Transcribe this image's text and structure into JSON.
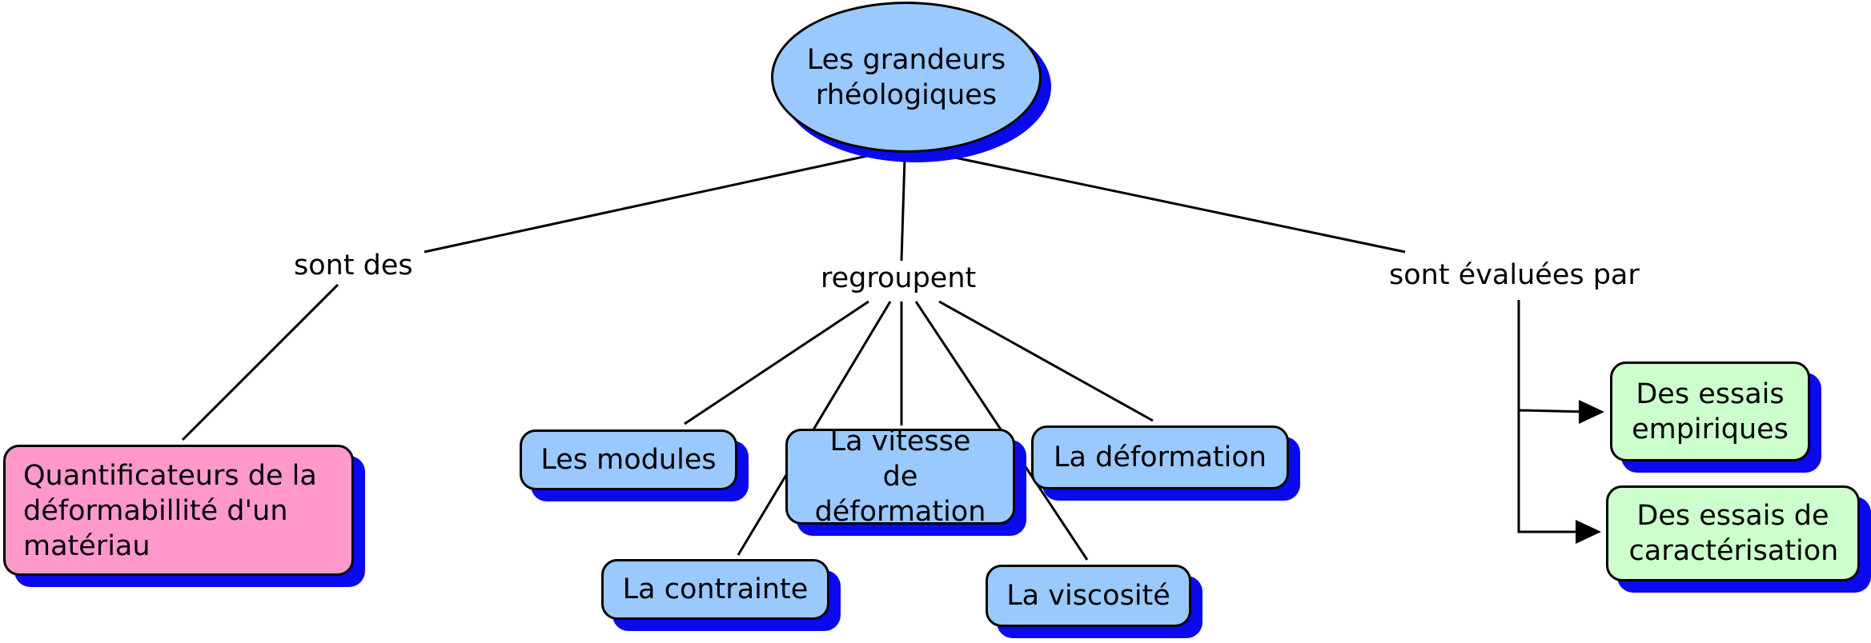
{
  "root": {
    "label": "Les grandeurs rhéologiques"
  },
  "links": {
    "left": "sont des",
    "middle": "regroupent",
    "right": "sont évaluées par"
  },
  "concepts": {
    "quantificateurs": "Quantificateurs de la déformabillité d'un matériau",
    "modules": "Les modules",
    "vitesse": "La vitesse de déformation",
    "deformation": "La déformation",
    "contrainte": "La contrainte",
    "viscosite": "La viscosité",
    "empiriques": "Des essais empiriques",
    "caracterisation": "Des essais de caractérisation"
  },
  "colors": {
    "root_fill": "#99c9ff",
    "grandeur_fill": "#99c9ff",
    "definition_fill": "#ff99cc",
    "essai_fill": "#ccffcc",
    "shadow": "#0a0aee"
  }
}
